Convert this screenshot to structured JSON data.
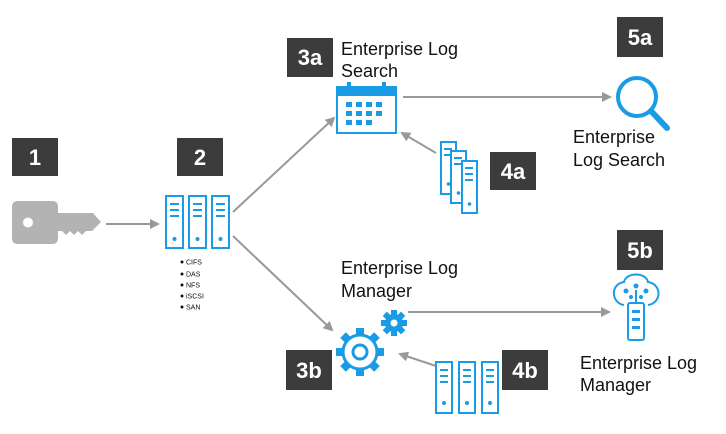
{
  "badges": {
    "b1": "1",
    "b2": "2",
    "b3a": "3a",
    "b3b": "3b",
    "b4a": "4a",
    "b4b": "4b",
    "b5a": "5a",
    "b5b": "5b"
  },
  "labels": {
    "search_server_line1": "Enterprise Log",
    "search_server_line2": "Search",
    "search_client_line1": "Enterprise",
    "search_client_line2": "Log Search",
    "manager_server_line1": "Enterprise Log",
    "manager_server_line2": "Manager",
    "manager_client_line1": "Enterprise Log",
    "manager_client_line2": "Manager"
  },
  "storage_types": [
    "CIFS",
    "DAS",
    "NFS",
    "iSCSI",
    "SAN"
  ],
  "icons": {
    "key": "key-icon",
    "storage": "server-rack-icon",
    "calendar": "calendar-icon",
    "magnifier": "magnifier-icon",
    "gears": "gears-icon",
    "brain": "brain-circuit-icon"
  },
  "colors": {
    "accent": "#1a9be6",
    "badge": "#3c3c3c",
    "arrow": "#999999",
    "key": "#b3b3b3"
  }
}
